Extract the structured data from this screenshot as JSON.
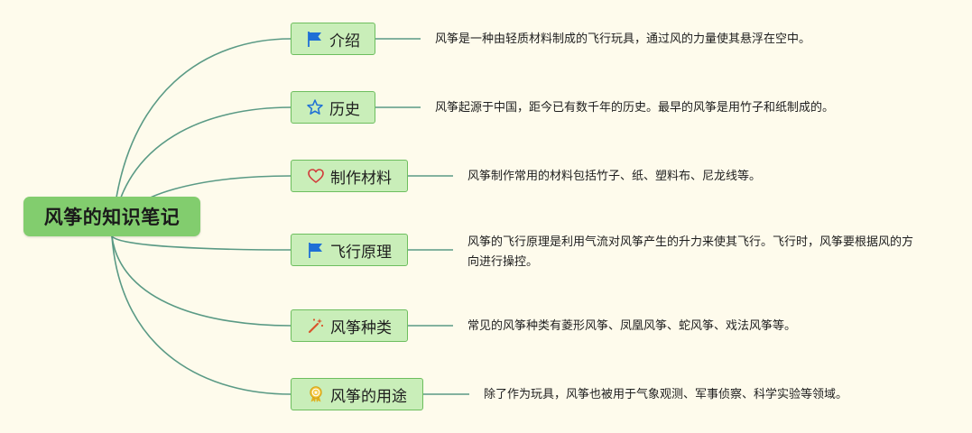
{
  "root": {
    "label": "风筝的知识笔记"
  },
  "branches": [
    {
      "label": "介绍",
      "icon": "flag-icon",
      "description": "风筝是一种由轻质材料制成的飞行玩具，通过风的力量使其悬浮在空中。"
    },
    {
      "label": "历史",
      "icon": "star-icon",
      "description": "风筝起源于中国，距今已有数千年的历史。最早的风筝是用竹子和纸制成的。"
    },
    {
      "label": "制作材料",
      "icon": "heart-icon",
      "description": "风筝制作常用的材料包括竹子、纸、塑料布、尼龙线等。"
    },
    {
      "label": "飞行原理",
      "icon": "flag-icon",
      "description": "风筝的飞行原理是利用气流对风筝产生的升力来使其飞行。飞行时，风筝要根据风的方向进行操控。"
    },
    {
      "label": "风筝种类",
      "icon": "magic-wand-icon",
      "description": "常见的风筝种类有菱形风筝、凤凰风筝、蛇风筝、戏法风筝等。"
    },
    {
      "label": "风筝的用途",
      "icon": "award-icon",
      "description": "除了作为玩具，风筝也被用于气象观测、军事侦察、科学实验等领域。"
    }
  ],
  "colors": {
    "background": "#fefbec",
    "root_fill": "#82cd6e",
    "branch_fill": "#c9eeb9",
    "branch_border": "#6dbe5e",
    "connector": "#5a9a85",
    "flag_icon": "#1e6fd6",
    "star_icon": "#1e6fd6",
    "heart_icon": "#d23b3b",
    "wand_icon": "#d9542c",
    "award_icon": "#e0b020"
  }
}
